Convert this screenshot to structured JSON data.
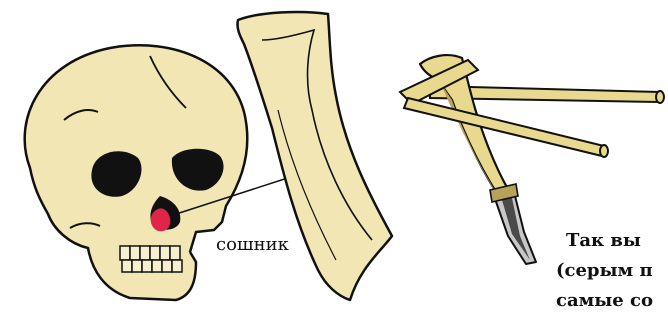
{
  "labels": {
    "vomer": "сошник"
  },
  "caption": {
    "line1": "Так вы",
    "line2": "(серым п",
    "line3": "самые со"
  },
  "colors": {
    "bone": "#f2e6b5",
    "outline": "#111111",
    "eye_socket": "#111111",
    "vomer_highlight": "#e0244a",
    "tool_wood": "#e9d98e",
    "tool_shadow": "#b8a25a",
    "tool_metal": "#c8c8c8"
  },
  "icons": {
    "skull": "skull-illustration",
    "bone": "vomer-bone-illustration",
    "tool": "wooden-tongs-tool-illustration"
  }
}
